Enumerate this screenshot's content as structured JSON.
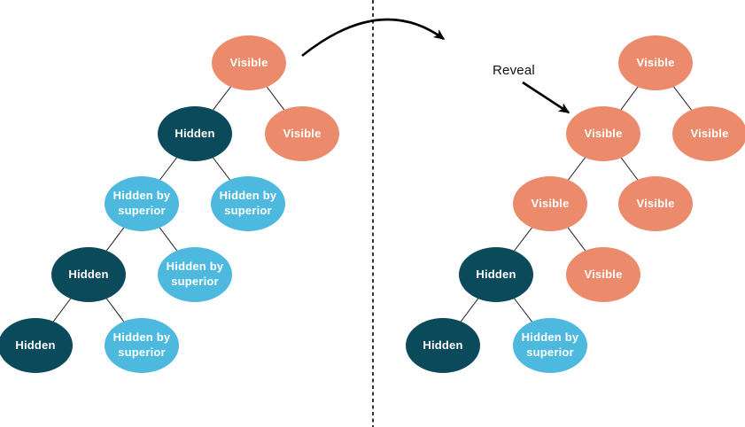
{
  "colors": {
    "visible": "#EC8A6C",
    "hidden": "#0A4A5A",
    "hidden_by_superior": "#4DB9DE",
    "connector": "#1a1a1a",
    "arrow": "#000000"
  },
  "annotations": {
    "reveal": "Reveal"
  },
  "trees": {
    "before": {
      "nodes": [
        {
          "label": "Visible",
          "state": "visible"
        },
        {
          "label": "Hidden",
          "state": "hidden"
        },
        {
          "label": "Visible",
          "state": "visible"
        },
        {
          "label": "Hidden by superior",
          "state": "hidden_by_superior"
        },
        {
          "label": "Hidden by superior",
          "state": "hidden_by_superior"
        },
        {
          "label": "Hidden",
          "state": "hidden"
        },
        {
          "label": "Hidden by superior",
          "state": "hidden_by_superior"
        },
        {
          "label": "Hidden",
          "state": "hidden"
        },
        {
          "label": "Hidden by superior",
          "state": "hidden_by_superior"
        }
      ]
    },
    "after": {
      "nodes": [
        {
          "label": "Visible",
          "state": "visible"
        },
        {
          "label": "Visible",
          "state": "visible"
        },
        {
          "label": "Visible",
          "state": "visible"
        },
        {
          "label": "Visible",
          "state": "visible"
        },
        {
          "label": "Visible",
          "state": "visible"
        },
        {
          "label": "Hidden",
          "state": "hidden"
        },
        {
          "label": "Visible",
          "state": "visible"
        },
        {
          "label": "Hidden",
          "state": "hidden"
        },
        {
          "label": "Hidden by superior",
          "state": "hidden_by_superior"
        }
      ]
    }
  }
}
